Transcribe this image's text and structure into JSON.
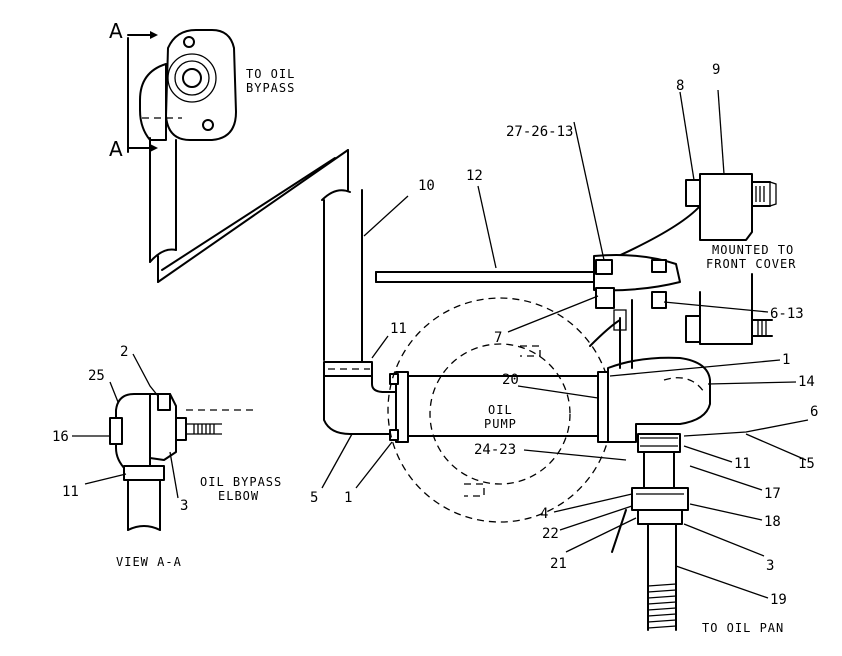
{
  "view_markers": {
    "top": "A",
    "bottom": "A"
  },
  "captions": {
    "to_oil_bypass_l1": "TO OIL",
    "to_oil_bypass_l2": "BYPASS",
    "mounted_l1": "MOUNTED TO",
    "mounted_l2": "FRONT COVER",
    "oil_pump_l1": "OIL",
    "oil_pump_l2": "PUMP",
    "elbow_l1": "OIL BYPASS",
    "elbow_l2": "ELBOW",
    "view_aa": "VIEW A-A",
    "to_oil_pan": "TO OIL PAN"
  },
  "callouts": {
    "c1_a": "1",
    "c1_b": "1",
    "c2": "2",
    "c3_a": "3",
    "c3_b": "3",
    "c4": "4",
    "c5": "5",
    "c6": "6",
    "c6_13": "6-13",
    "c7": "7",
    "c8": "8",
    "c9": "9",
    "c10": "10",
    "c11_a": "11",
    "c11_b": "11",
    "c11_c": "11",
    "c12": "12",
    "c14": "14",
    "c15": "15",
    "c16": "16",
    "c17": "17",
    "c18": "18",
    "c19": "19",
    "c20": "20",
    "c21": "21",
    "c22": "22",
    "c24_23": "24-23",
    "c25": "25",
    "c27_26_13": "27-26-13"
  }
}
